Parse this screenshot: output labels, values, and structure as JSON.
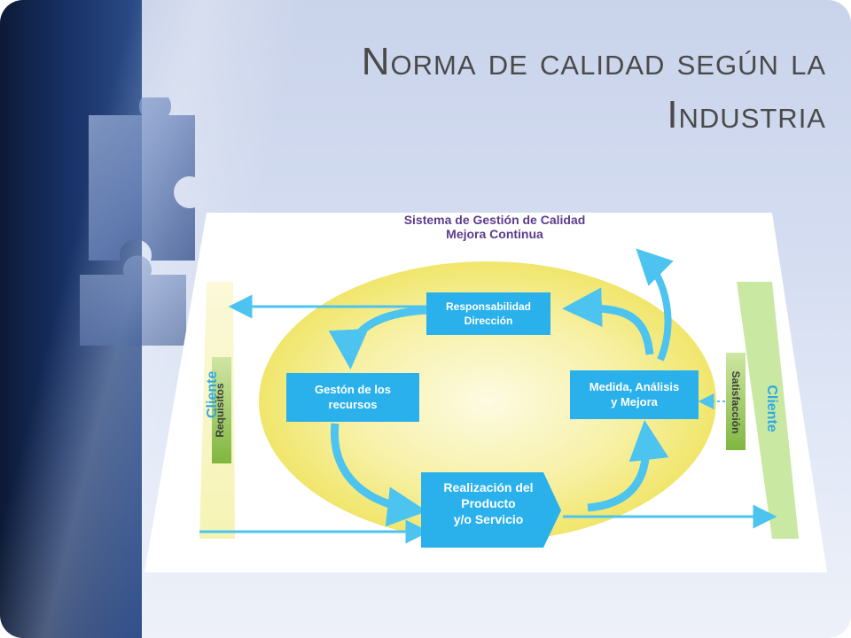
{
  "slide": {
    "title_line1": "Norma de calidad según la",
    "title_line2": "Industria"
  },
  "diagram": {
    "header_line1": "Sistema de Gestión de Calidad",
    "header_line2": "Mejora Continua",
    "boxes": {
      "responsabilidad_line1": "Responsabilidad",
      "responsabilidad_line2": "Dirección",
      "gestion_line1": "Gestón de los",
      "gestion_line2": "recursos",
      "medida_line1": "Medida,  Análisis",
      "medida_line2": "y  Mejora",
      "realizacion_line1": "Realización del",
      "realizacion_line2": "Producto",
      "realizacion_line3": "y/o Servicio"
    },
    "left": {
      "cliente": "Cliente",
      "requisitos": "Requisitos"
    },
    "right": {
      "cliente": "Cliente",
      "satisfaccion": "Satisfacción"
    },
    "colors": {
      "box": "#2ab1ec",
      "arrow": "#4cc4ef",
      "ellipse": "#f3ea6e",
      "bar_green": "#93c451",
      "bar_yellow": "#f8f6c0",
      "header_text": "#5b3d8c",
      "cliente_text": "#2fa8e6"
    }
  }
}
